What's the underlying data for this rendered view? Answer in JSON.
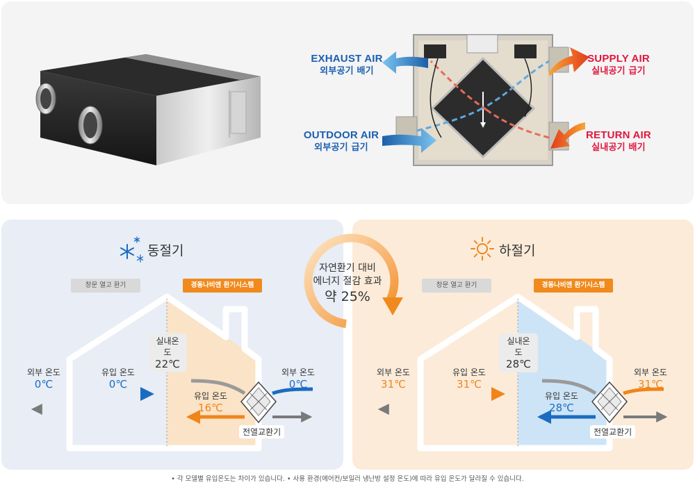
{
  "top": {
    "exhaust": {
      "en": "EXHAUST AIR",
      "ko": "외부공기 배기"
    },
    "outdoor": {
      "en": "OUTDOOR AIR",
      "ko": "외부공기 급기"
    },
    "supply": {
      "en": "SUPPLY AIR",
      "ko": "실내공기 급기"
    },
    "return": {
      "en": "RETURN AIR",
      "ko": "실내공기 배기"
    }
  },
  "center": {
    "line1": "자연환기 대비",
    "line2": "에너지 절감 효과",
    "line3": "약 25%"
  },
  "winter": {
    "title": "동절기",
    "tag_window": "창문 열고 환기",
    "tag_system": "경동나비엔 환기시스템",
    "indoor_label": "실내온도",
    "indoor_value": "22℃",
    "outside_left_label": "외부 온도",
    "outside_left_value": "0℃",
    "inflow_left_label": "유입 온도",
    "inflow_left_value": "0℃",
    "inflow_right_label": "유입 온도",
    "inflow_right_value": "16℃",
    "outside_right_label": "외부 온도",
    "outside_right_value": "0℃",
    "hx_label": "전열교환기"
  },
  "summer": {
    "title": "하절기",
    "tag_window": "창문 열고 환기",
    "tag_system": "경동나비엔 환기시스템",
    "indoor_label": "실내온도",
    "indoor_value": "28℃",
    "outside_left_label": "외부 온도",
    "outside_left_value": "31℃",
    "inflow_left_label": "유입 온도",
    "inflow_left_value": "31℃",
    "inflow_right_label": "유입 온도",
    "inflow_right_value": "28℃",
    "outside_right_label": "외부 온도",
    "outside_right_value": "31℃",
    "hx_label": "전열교환기"
  },
  "footnote": "• 각 모델별 유입온도는 차이가 있습니다.    • 사용 환경(에어컨/보일러 냉난방 설정 온도)에 따라 유입 온도가 달라질 수 있습니다.",
  "colors": {
    "blue": "#1b6cc0",
    "orange": "#f0851a",
    "gray": "#7a7a7a",
    "red": "#e0173d"
  },
  "icons": {
    "winter": "snowflake-icon",
    "summer": "sun-icon"
  }
}
